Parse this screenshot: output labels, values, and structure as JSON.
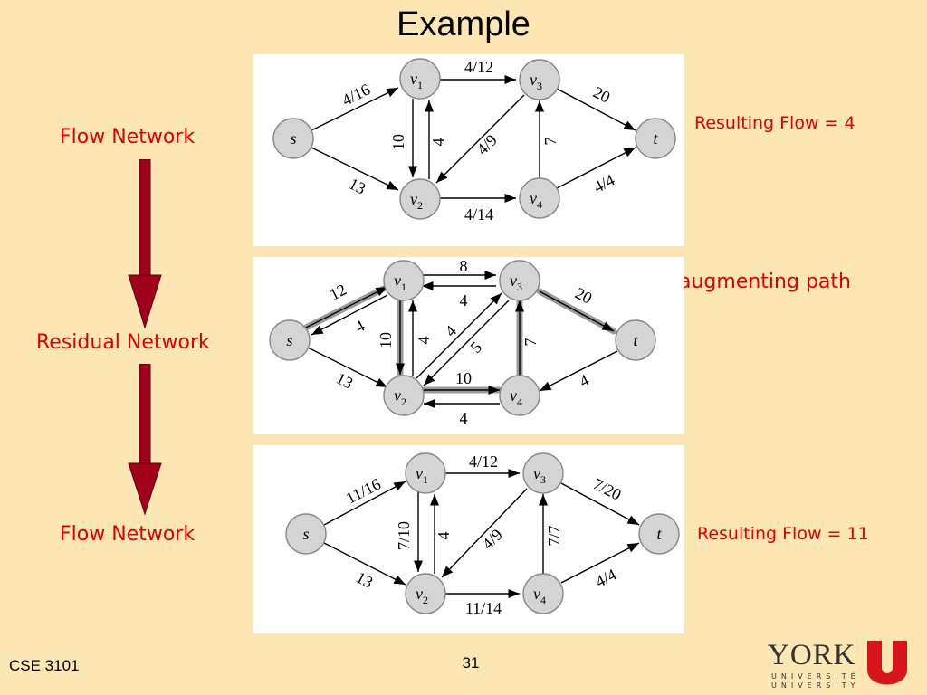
{
  "slide": {
    "title": "Example",
    "footer_left": "CSE 3101",
    "page_number": "31",
    "logo": {
      "word": "YORK",
      "sub1": "UNIVERSITÉ",
      "sub2": "UNIVERSITY"
    }
  },
  "labels": {
    "flow_network_top": "Flow Network",
    "residual_network": "Residual Network",
    "flow_network_bottom": "Flow Network",
    "resulting_flow_top_prefix": "Resulting Flow = ",
    "resulting_flow_top_value": "4",
    "augmenting_path": "augmenting path",
    "resulting_flow_bottom_prefix": "Resulting Flow = ",
    "resulting_flow_bottom_value": "11"
  },
  "colors": {
    "background": "#fbe6b4",
    "label_red": "#e00000",
    "arrow_dark_red": "#a0001c",
    "node_fill": "#d4d4d4"
  },
  "node_names": {
    "s": "s",
    "t": "t",
    "v1": "v",
    "v1_sub": "1",
    "v2": "v",
    "v2_sub": "2",
    "v3": "v",
    "v3_sub": "3",
    "v4": "v",
    "v4_sub": "4"
  },
  "graph_top": {
    "edge_labels": {
      "s_v1": "4/16",
      "s_v2": "13",
      "v1_v3": "4/12",
      "v2_v1": "4",
      "v1_v2": "10",
      "v3_v2": "4/9",
      "v2_v4": "4/14",
      "v4_v3": "7",
      "v3_t": "20",
      "v4_t": "4/4"
    }
  },
  "graph_residual": {
    "edge_labels": {
      "s_v1": "12",
      "v1_s": "4",
      "s_v2": "13",
      "v1_v3": "8",
      "v3_v1": "4",
      "v1_v2": "10",
      "v2_v1": "4",
      "v2_v3": "4",
      "v3_v2": "5",
      "v2_v4": "10",
      "v4_v2": "4",
      "v4_v3": "7",
      "v3_t": "20",
      "t_v4": "4"
    }
  },
  "graph_bottom": {
    "edge_labels": {
      "s_v1": "11/16",
      "s_v2": "13",
      "v1_v3": "4/12",
      "v2_v1": "4",
      "v1_v2": "7/10",
      "v3_v2": "4/9",
      "v2_v4": "11/14",
      "v4_v3": "7/7",
      "v3_t": "7/20",
      "v4_t": "4/4"
    }
  }
}
